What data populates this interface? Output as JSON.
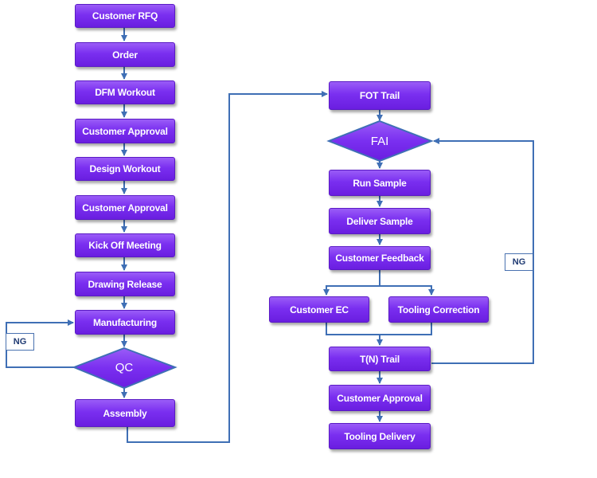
{
  "colors": {
    "box_fill": "#7a2ff0",
    "box_border": "#5a1bc4",
    "connector": "#3f6fb5",
    "decision_fill": "#7a2ff0"
  },
  "left_column": {
    "customer_rfq": "Customer RFQ",
    "order": "Order",
    "dfm_workout": "DFM Workout",
    "customer_approval_1": "Customer Approval",
    "design_workout": "Design Workout",
    "customer_approval_2": "Customer Approval",
    "kick_off_meeting": "Kick Off Meeting",
    "drawing_release": "Drawing Release",
    "manufacturing": "Manufacturing",
    "qc": "QC",
    "assembly": "Assembly",
    "ng_label": "NG"
  },
  "right_column": {
    "fot_trail": "FOT Trail",
    "fai": "FAI",
    "run_sample": "Run Sample",
    "deliver_sample": "Deliver Sample",
    "customer_feedback": "Customer Feedback",
    "customer_ec": "Customer EC",
    "tooling_correction": "Tooling Correction",
    "tn_trail": "T(N) Trail",
    "customer_approval": "Customer Approval",
    "tooling_delivery": "Tooling Delivery",
    "ng_label": "NG"
  }
}
